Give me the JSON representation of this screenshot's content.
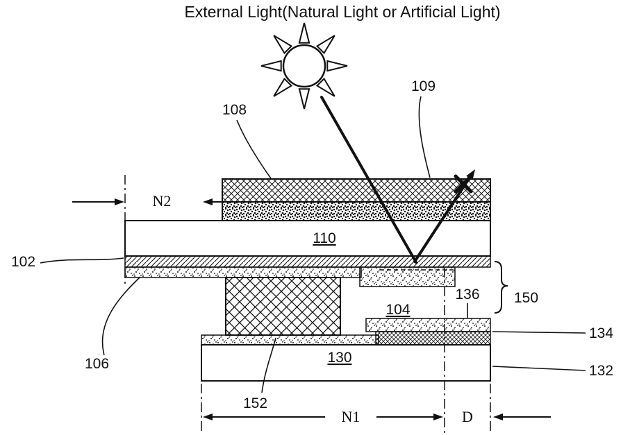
{
  "title": "External Light(Natural Light or Artificial Light)",
  "colors": {
    "ink": "#111111",
    "background": "#ffffff"
  },
  "labels": {
    "l108": "108",
    "l109": "109",
    "l102": "102",
    "l106": "106",
    "l110": "110",
    "l104": "104",
    "l136": "136",
    "l150": "150",
    "l134": "134",
    "l132": "132",
    "l130": "130",
    "l152": "152",
    "n1": "N1",
    "n2": "N2",
    "d": "D"
  }
}
